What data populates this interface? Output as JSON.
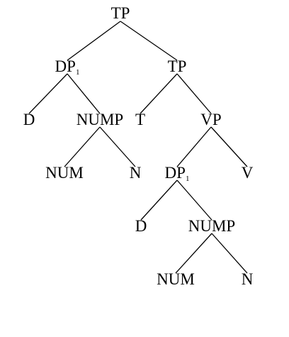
{
  "tree": {
    "nodes": [
      {
        "id": "tp-root",
        "label": "TP",
        "sub": ""
      },
      {
        "id": "dp-subject",
        "label": "DP",
        "sub": "1"
      },
      {
        "id": "tp-bar",
        "label": "TP",
        "sub": ""
      },
      {
        "id": "d-subject",
        "label": "D",
        "sub": ""
      },
      {
        "id": "nump-subject",
        "label": "NUMP",
        "sub": ""
      },
      {
        "id": "num-subject",
        "label": "NUM",
        "sub": ""
      },
      {
        "id": "n-subject",
        "label": "N",
        "sub": ""
      },
      {
        "id": "t-head",
        "label": "T",
        "sub": ""
      },
      {
        "id": "vp",
        "label": "VP",
        "sub": ""
      },
      {
        "id": "dp-object",
        "label": "DP",
        "sub": "1"
      },
      {
        "id": "v-head",
        "label": "V",
        "sub": ""
      },
      {
        "id": "d-object",
        "label": "D",
        "sub": ""
      },
      {
        "id": "nump-object",
        "label": "NUMP",
        "sub": ""
      },
      {
        "id": "num-object",
        "label": "NUM",
        "sub": ""
      },
      {
        "id": "n-object",
        "label": "N",
        "sub": ""
      }
    ],
    "edges": [
      [
        "tp-root",
        "dp-subject"
      ],
      [
        "tp-root",
        "tp-bar"
      ],
      [
        "dp-subject",
        "d-subject"
      ],
      [
        "dp-subject",
        "nump-subject"
      ],
      [
        "nump-subject",
        "num-subject"
      ],
      [
        "nump-subject",
        "n-subject"
      ],
      [
        "tp-bar",
        "t-head"
      ],
      [
        "tp-bar",
        "vp"
      ],
      [
        "vp",
        "dp-object"
      ],
      [
        "vp",
        "v-head"
      ],
      [
        "dp-object",
        "d-object"
      ],
      [
        "dp-object",
        "nump-object"
      ],
      [
        "nump-object",
        "num-object"
      ],
      [
        "nump-object",
        "n-object"
      ]
    ]
  }
}
